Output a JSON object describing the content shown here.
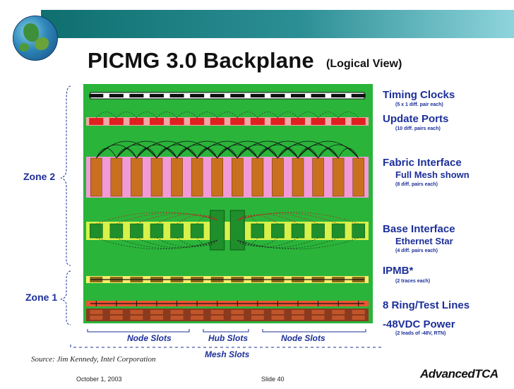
{
  "title": "PICMG 3.0 Backplane",
  "subtitle": "(Logical View)",
  "zones": {
    "zone2": "Zone 2",
    "zone1": "Zone 1"
  },
  "labels": {
    "timing": "Timing Clocks",
    "timing_sub": "(5 x 1 diff. pair each)",
    "update": "Update Ports",
    "update_sub": "(10 diff. pairs each)",
    "fabric": "Fabric Interface",
    "fabric_mesh": "Full Mesh shown",
    "fabric_sub": "(8 diff. pairs each)",
    "base": "Base Interface",
    "base_star": "Ethernet Star",
    "base_sub": "(4 diff. pairs each)",
    "ipmb": "IPMB*",
    "ipmb_sub": "(2 traces each)",
    "ring": "8 Ring/Test Lines",
    "power": "-48VDC Power",
    "power_sub": "(2 leads of -48V, RTN)"
  },
  "slots": {
    "node_left": "Node Slots",
    "hub": "Hub Slots",
    "node_right": "Node Slots",
    "mesh": "Mesh Slots"
  },
  "source": "Source:  Jim Kennedy, Intel Corporation",
  "footer": {
    "date": "October 1, 2003",
    "slide": "Slide 40"
  },
  "logo": "AdvancedTCA",
  "colors": {
    "board": "#2ab43a",
    "header_teal": "#1a7c80",
    "label_blue": "#1c2f9a",
    "update_red": "#e02020",
    "fabric_pink": "#f29ad6",
    "fabric_slot": "#c8701e",
    "base_yellow": "#d7f24a",
    "base_slot": "#1e8f2a",
    "ipmb_yellow": "#f6f06a",
    "power_brown": "#8b3a1e"
  }
}
